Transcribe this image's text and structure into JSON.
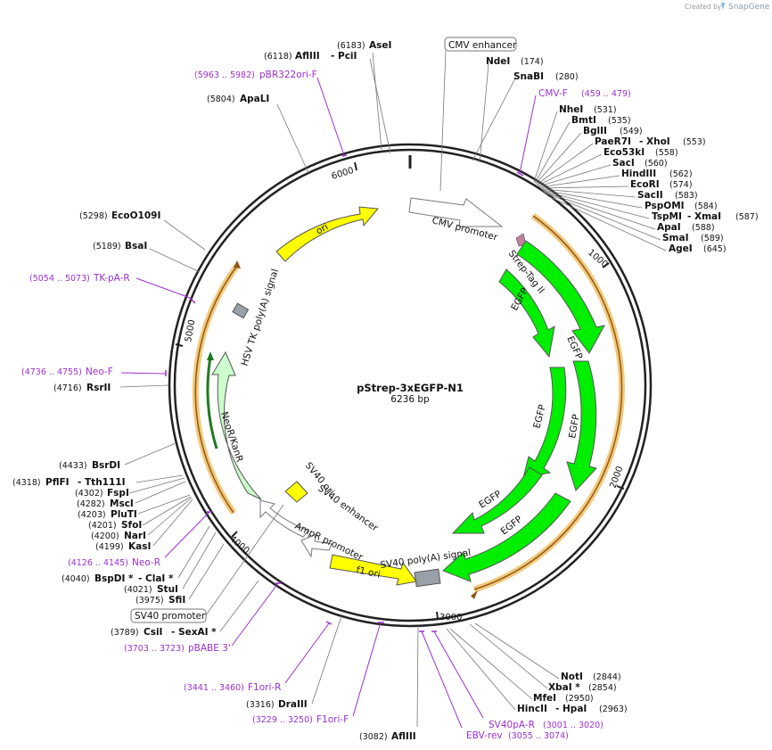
{
  "credit": {
    "prefix": "Created by",
    "brand": "SnapGene"
  },
  "plasmid": {
    "name": "pStrep-3xEGFP-N1",
    "size": "6236 bp"
  },
  "ticks": [
    {
      "label": "1000",
      "bp": 1000
    },
    {
      "label": "2000",
      "bp": 2000
    },
    {
      "label": "3000",
      "bp": 3000
    },
    {
      "label": "4000",
      "bp": 4000
    },
    {
      "label": "5000",
      "bp": 5000
    },
    {
      "label": "6000",
      "bp": 6000
    }
  ],
  "features": [
    {
      "name": "CMV enhancer",
      "boxed": true
    },
    {
      "name": "CMV promoter"
    },
    {
      "name": "Strep-Tag II"
    },
    {
      "name": "EGFP"
    },
    {
      "name": "EGFP"
    },
    {
      "name": "EGFP"
    },
    {
      "name": "EGFP"
    },
    {
      "name": "EGFP"
    },
    {
      "name": "EGFP"
    },
    {
      "name": "SV40 poly(A) signal"
    },
    {
      "name": "f1 ori"
    },
    {
      "name": "AmpR promoter"
    },
    {
      "name": "SV40 ori"
    },
    {
      "name": "SV40 enhancer"
    },
    {
      "name": "SV40 promoter",
      "boxed": true
    },
    {
      "name": "NeoR/KanR"
    },
    {
      "name": "HSV TK poly(A) signal"
    },
    {
      "name": "ori"
    }
  ],
  "sites_right_top": [
    {
      "enzyme": "NdeI",
      "pos": "(174)"
    },
    {
      "enzyme": "SnaBI",
      "pos": "(280)"
    },
    {
      "enzyme": "NheI",
      "pos": "(531)"
    },
    {
      "enzyme": "BmtI",
      "pos": "(535)"
    },
    {
      "enzyme": "BglII",
      "pos": "(549)"
    },
    {
      "enzyme": "PaeR7I",
      "pos": "",
      "extra": "XhoI",
      "extra_pos": "(553)"
    },
    {
      "enzyme": "Eco53kI",
      "pos": "(558)"
    },
    {
      "enzyme": "SacI",
      "pos": "(560)"
    },
    {
      "enzyme": "HindIII",
      "pos": "(562)"
    },
    {
      "enzyme": "EcoRI",
      "pos": "(574)"
    },
    {
      "enzyme": "SacII",
      "pos": "(583)"
    },
    {
      "enzyme": "PspOMI",
      "pos": "(584)"
    },
    {
      "enzyme": "TspMI",
      "pos": "",
      "extra": "XmaI",
      "extra_pos": "(587)"
    },
    {
      "enzyme": "ApaI",
      "pos": "(588)"
    },
    {
      "enzyme": "SmaI",
      "pos": "(589)"
    },
    {
      "enzyme": "AgeI",
      "pos": "(645)"
    }
  ],
  "sites_right_bottom": [
    {
      "enzyme": "NotI",
      "pos": "(2844)"
    },
    {
      "enzyme": "XbaI *",
      "pos": "(2854)"
    },
    {
      "enzyme": "MfeI",
      "pos": "(2950)"
    },
    {
      "enzyme": "HincII",
      "pos": "",
      "extra": "HpaI",
      "extra_pos": "(2963)"
    }
  ],
  "sites_left": [
    {
      "enzyme": "AseI",
      "pos": "(6183)"
    },
    {
      "enzyme": "AflIII",
      "pos": "(6118)",
      "extra": "PciI"
    },
    {
      "enzyme": "ApaLI",
      "pos": "(5804)"
    },
    {
      "enzyme": "EcoO109I",
      "pos": "(5298)"
    },
    {
      "enzyme": "BsaI",
      "pos": "(5189)"
    },
    {
      "enzyme": "RsrII",
      "pos": "(4716)"
    },
    {
      "enzyme": "BsrDI",
      "pos": "(4433)"
    },
    {
      "enzyme": "PflFI",
      "pos": "(4318)",
      "extra": "Tth111I"
    },
    {
      "enzyme": "FspI",
      "pos": "(4302)"
    },
    {
      "enzyme": "MscI",
      "pos": "(4282)"
    },
    {
      "enzyme": "PluTI",
      "pos": "(4203)"
    },
    {
      "enzyme": "SfoI",
      "pos": "(4201)"
    },
    {
      "enzyme": "NarI",
      "pos": "(4200)"
    },
    {
      "enzyme": "KasI",
      "pos": "(4199)"
    },
    {
      "enzyme": "BspDI *",
      "pos": "(4040)",
      "extra": "ClaI *"
    },
    {
      "enzyme": "StuI",
      "pos": "(4021)"
    },
    {
      "enzyme": "SfiI",
      "pos": "(3975)"
    },
    {
      "enzyme": "CsiI",
      "pos": "(3789)",
      "extra": "SexAI *"
    },
    {
      "enzyme": "DraIII",
      "pos": "(3316)"
    },
    {
      "enzyme": "AflIII",
      "pos": "(3082)"
    }
  ],
  "primers": [
    {
      "name": "pBR322ori-F",
      "range": "(5963 .. 5982)"
    },
    {
      "name": "CMV-F",
      "range": "(459 .. 479)"
    },
    {
      "name": "TK-pA-R",
      "range": "(5054 .. 5073)"
    },
    {
      "name": "Neo-F",
      "range": "(4736 .. 4755)"
    },
    {
      "name": "Neo-R",
      "range": "(4126 .. 4145)"
    },
    {
      "name": "pBABE 3'",
      "range": "(3703 .. 3723)"
    },
    {
      "name": "F1ori-R",
      "range": "(3441 .. 3460)"
    },
    {
      "name": "F1ori-F",
      "range": "(3229 .. 3250)"
    },
    {
      "name": "SV40pA-R",
      "range": "(3001 .. 3020)"
    },
    {
      "name": "EBV-rev",
      "range": "(3055 .. 3074)"
    }
  ],
  "colors": {
    "egfp": "#00ee00",
    "ori": "#ffff00",
    "neo": "#ccffcc",
    "orange_bar": "#f5c87a",
    "primer": "#9b30d0",
    "strep": "#c080a0",
    "polya": "#9aa0a8"
  }
}
